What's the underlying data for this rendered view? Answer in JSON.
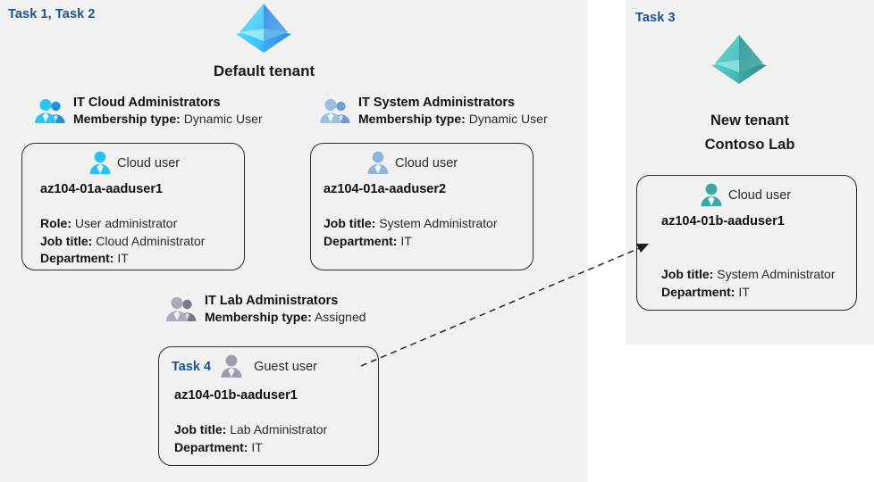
{
  "panels": {
    "left": {
      "task_label": "Task 1, Task 2"
    },
    "right": {
      "task_label": "Task 3"
    }
  },
  "tenants": [
    {
      "name": "default",
      "icon": "azure-ad-tenant-icon",
      "caption": "Default tenant",
      "color": "#3ba7f0"
    },
    {
      "name": "new",
      "icon": "azure-ad-tenant-icon",
      "caption_line1": "New  tenant",
      "caption_line2": "Contoso Lab",
      "color": "#46b6b6"
    }
  ],
  "groups": [
    {
      "id": "it-cloud-administrators",
      "title": "IT Cloud Administrators",
      "membership_label": "Membership type:",
      "membership_value": "Dynamic User",
      "icon": "group-users-icon",
      "icon_color": "#18a5e8"
    },
    {
      "id": "it-system-administrators",
      "title": "IT System Administrators",
      "membership_label": "Membership type:",
      "membership_value": "Dynamic User",
      "icon": "group-users-icon",
      "icon_color": "#8fb4dc"
    },
    {
      "id": "it-lab-administrators",
      "title": "IT Lab Administrators",
      "membership_label": "Membership type:",
      "membership_value": "Assigned",
      "icon": "group-users-icon",
      "icon_color": "#9a9cb0"
    }
  ],
  "cards": [
    {
      "id": "az104-01a-aaduser1",
      "task_tag": "",
      "user_type": "Cloud user",
      "icon": "cloud-user-icon",
      "icon_color": "#29b6e8",
      "username": "az104-01a-aaduser1",
      "attributes": [
        {
          "label": "Role:",
          "value": "User administrator"
        },
        {
          "label": "Job title:",
          "value": "Cloud Administrator"
        },
        {
          "label": "Department:",
          "value": "IT"
        }
      ]
    },
    {
      "id": "az104-01a-aaduser2",
      "task_tag": "",
      "user_type": "Cloud user",
      "icon": "cloud-user-icon",
      "icon_color": "#8fb4dc",
      "username": "az104-01a-aaduser2",
      "attributes": [
        {
          "label": "Job title:",
          "value": "System Administrator"
        },
        {
          "label": "Department:",
          "value": "IT"
        }
      ]
    },
    {
      "id": "az104-01b-aaduser1-guest",
      "task_tag": "Task 4",
      "user_type": "Guest user",
      "icon": "guest-user-icon",
      "icon_color": "#9a9cb0",
      "username": "az104-01b-aaduser1",
      "attributes": [
        {
          "label": "Job title:",
          "value": "Lab Administrator"
        },
        {
          "label": "Department:",
          "value": "IT"
        }
      ]
    },
    {
      "id": "az104-01b-aaduser1-cloud",
      "task_tag": "",
      "user_type": "Cloud user",
      "icon": "cloud-user-icon",
      "icon_color": "#3aa8a8",
      "username": "az104-01b-aaduser1",
      "attributes": [
        {
          "label": "Job title:",
          "value": "System Administrator"
        },
        {
          "label": "Department:",
          "value": "IT"
        }
      ]
    }
  ],
  "connector": {
    "name": "guest-to-cloud-user-arrow",
    "style": "dashed",
    "color": "#1a1a1a"
  },
  "theme": {
    "panel_bg": "#f1f1f1",
    "page_bg": "#ffffff",
    "task_accent": "#19548f",
    "card_border": "#2b2b2b",
    "text": "#1a1a1a"
  }
}
